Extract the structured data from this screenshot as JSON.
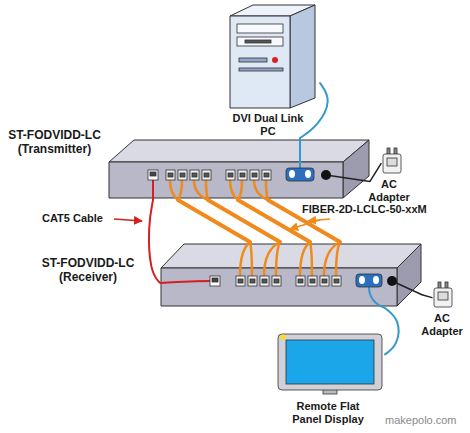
{
  "diagram": {
    "nodes": [
      {
        "text": [
          "DVI Dual Link PC"
        ]
      },
      {
        "text": [
          "ST-FODVIDD-LC (Transmitter)"
        ]
      },
      {
        "text": [
          "AC Adapter"
        ]
      },
      {
        "text": [
          "ST-FODVIDD-LC (Receiver)"
        ]
      },
      {
        "text": [
          "AC Adapter"
        ]
      },
      {
        "text": [
          "Remote Flat Panel Display"
        ]
      }
    ],
    "edges": [
      {
        "from": 0,
        "to": 1,
        "arrow": "none"
      },
      {
        "from": 2,
        "to": 1,
        "arrow": "none"
      },
      {
        "from": 1,
        "to": 3,
        "arrow": "none"
      },
      {
        "from": 1,
        "to": 3,
        "arrow": "none"
      },
      {
        "from": 1,
        "to": 3,
        "arrow": "none"
      },
      {
        "from": 1,
        "to": 3,
        "arrow": "none"
      },
      {
        "from": 1,
        "to": 3,
        "arrow": "none"
      },
      {
        "from": 4,
        "to": 3,
        "arrow": "none"
      },
      {
        "from": 3,
        "to": 5,
        "arrow": "none"
      }
    ],
    "labels": [
      "CAT5 Cable",
      "FIBER-2D-LCLC-50-xxM",
      "makepolo.com"
    ]
  }
}
